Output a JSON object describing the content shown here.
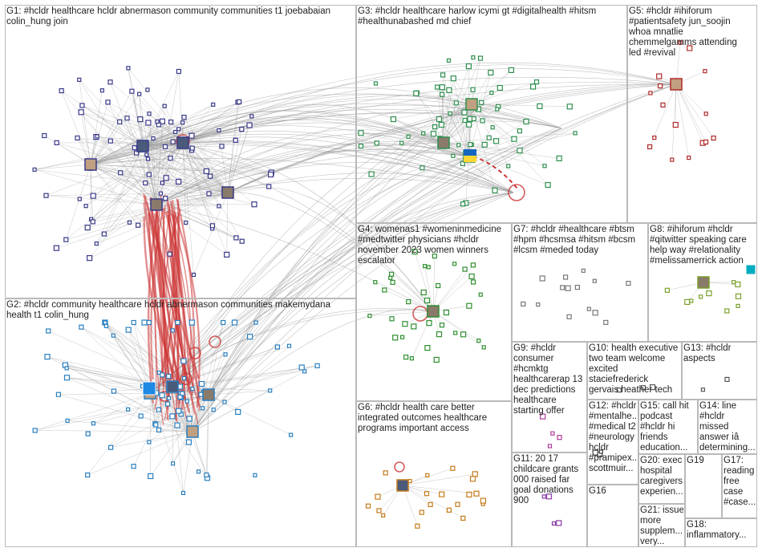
{
  "graph": {
    "edge_color": "#9a9a9a",
    "strong_edge_color": "#cc3333",
    "node_colors": {
      "G1": "#3a3a8a",
      "G2": "#2a7fc0",
      "G3": "#2f8f4f",
      "G4": "#2f8f2f",
      "G5": "#b02a2a",
      "G6": "#c47a1a",
      "G7": "#777777",
      "G8": "#7aa02a",
      "G9": "#b03a9a",
      "G10": "#555555",
      "G11": "#8a3aa8",
      "G12": "#444444"
    },
    "groups": [
      {
        "id": "G1",
        "label": "G1: #hcldr healthcare hcldr abnermason community communities t1 joebabaian\ncolin_hung join"
      },
      {
        "id": "G2",
        "label": "G2: #hcldr community healthcare hcldr abnermason communities makemydana\nhealth t1 colin_hung"
      },
      {
        "id": "G3",
        "label": "G3: #hcldr healthcare harlow icymi gt #digitalhealth #hitsm\n#healthunabashed md chief"
      },
      {
        "id": "G4",
        "label": "G4: womenas1 #womeninmedicine\n#medtwitter physicians #hcldr\nnovember 2023 women winners\nescalator"
      },
      {
        "id": "G5",
        "label": "G5: #hcldr #ihiforum\n#patientsafety jun_soojin\nwhoa mnatlie\nchemmelgamms attending\nled #revival"
      },
      {
        "id": "G6",
        "label": "G6: #hcldr health care better\nintegrated outcomes healthcare\nprograms important access"
      },
      {
        "id": "G7",
        "label": "G7: #hcldr #healthcare #btsm\n#hpm #hcsmsa #hitsm #bcsm\n#lcsm #meded today"
      },
      {
        "id": "G8",
        "label": "G8: #ihiforum #hcldr\n#qitwitter speaking care\nhelp way #relationality\n#melissamerrick action"
      },
      {
        "id": "G9",
        "label": "G9: #hcldr\nconsumer\n#hcmktg\nhealthcarerap 13\ndec predictions\nhealthcare\nstarting offer"
      },
      {
        "id": "G10",
        "label": "G10: health executive\ntwo team welcome\nexcited\nstaciefrederick\ngervais heather tech"
      },
      {
        "id": "G11",
        "label": "G11: 20 17\nchildcare grants\n000 raised far\ngoal donations\n900"
      },
      {
        "id": "G12",
        "label": "G12: #hcldr\n#mentalhe...\n#medical t2\n#neurology\nhcldr\n#pramipex...\nscottmuir..."
      },
      {
        "id": "G13",
        "label": "G13: #hcldr\naspects"
      },
      {
        "id": "G14",
        "label": "G14: line\n#hcldr\nmissed\nanswer iâ\ndetermining..."
      },
      {
        "id": "G15",
        "label": "G15: call hit\npodcast\n#hcldr hi\nfriends\neducation..."
      },
      {
        "id": "G16",
        "label": "G16"
      },
      {
        "id": "G17",
        "label": "G17:\nreading\nfree\ncase\n#case..."
      },
      {
        "id": "G18",
        "label": "G18:\ninflammatory..."
      },
      {
        "id": "G19",
        "label": "G19"
      },
      {
        "id": "G20",
        "label": "G20: exec\nhospital\ncaregivers\nexperien..."
      },
      {
        "id": "G21",
        "label": "G21: issue\nmore\nsupplem...\nvery..."
      }
    ]
  }
}
